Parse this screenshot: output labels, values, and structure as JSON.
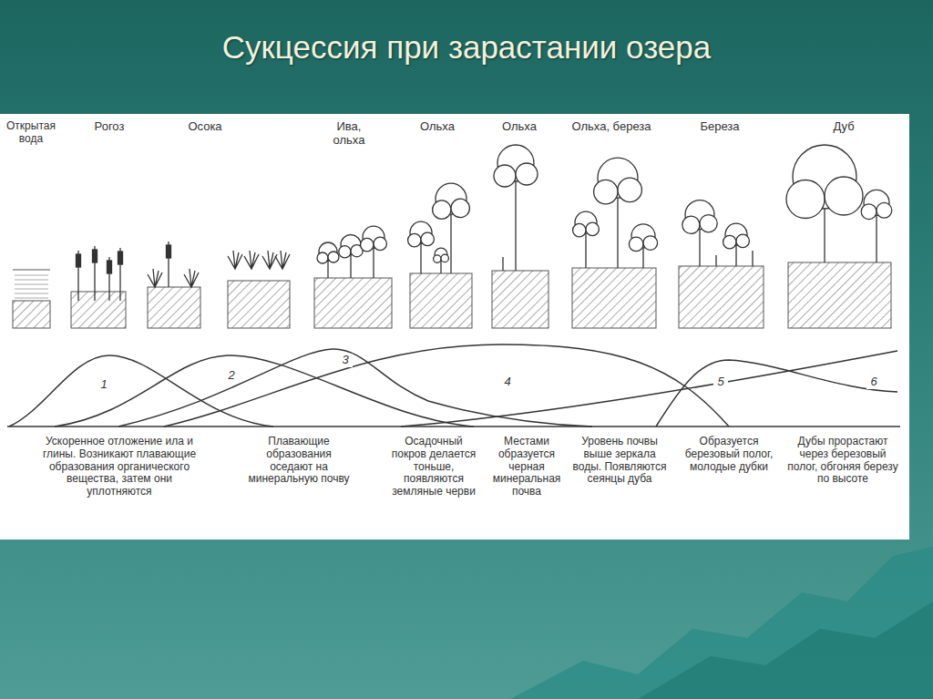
{
  "diagram": {
    "title": "Сукцессия при зарастании озера",
    "labels": [
      "Открытая вода",
      "Рогоз",
      "Осока",
      "Ива, ольха",
      "Ольха",
      "Ольха",
      "Ольха, береза",
      "Береза",
      "Дуб",
      "1",
      "2",
      "3",
      "4",
      "5",
      "6",
      "Ускоренное отложение ила и глины. Возникают плавающие образования органического вещества, затем они уплотняются",
      "Плавающие образования оседают на минеральную почву",
      "Осадочный покров делается тоньше, появляются земляные черви",
      "Местами образуется черная минеральная почва",
      "Уровень почвы выше зеркала воды. Появляются сеянцы дуба",
      "Образуется березовый полог, молодые дубки",
      "Дубы прорастают через березовый полог, обгоняя березу по высоте"
    ]
  }
}
